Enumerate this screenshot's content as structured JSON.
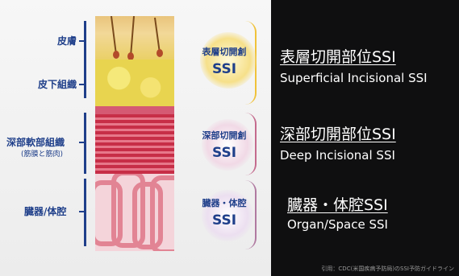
{
  "layers": {
    "skin": "皮膚",
    "subcutaneous": "皮下組織",
    "deep_soft_tissue": "深部軟部組織",
    "deep_soft_tissue_note": "(筋膜と筋肉)",
    "organ_space": "臓器/体腔"
  },
  "callouts": [
    {
      "label": "表層切開創",
      "code": "SSI",
      "accent": "#f0c23a"
    },
    {
      "label": "深部切開創",
      "code": "SSI",
      "accent": "#c46b8e"
    },
    {
      "label": "臓器・体腔",
      "code": "SSI",
      "accent": "#b07aa1"
    }
  ],
  "categories": [
    {
      "ja": "表層切開部位SSI",
      "en": "Superficial Incisional SSI"
    },
    {
      "ja": "深部切開部位SSI",
      "en": "Deep Incisional SSI"
    },
    {
      "ja": "臓器・体腔SSI",
      "en": "Organ/Space SSI"
    }
  ],
  "citation": "引用：CDC(米国疾病予防局)のSSI予防ガイドライン",
  "colors": {
    "background": "#0f0f10",
    "label_blue": "#1f3f8a",
    "skin": "#e9c47c",
    "fat": "#e8d44f",
    "muscle": "#c72e47",
    "organ": "#f4d4da"
  }
}
